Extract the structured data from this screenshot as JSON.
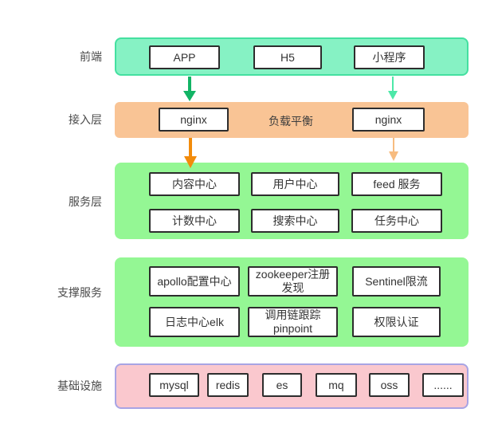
{
  "diagram": {
    "layers": {
      "frontend": {
        "label": "前端",
        "items": [
          "APP",
          "H5",
          "小程序"
        ]
      },
      "access": {
        "label": "接入层",
        "items": [
          "nginx",
          "nginx"
        ],
        "center_text": "负载平衡"
      },
      "service": {
        "label": "服务层",
        "items": [
          "内容中心",
          "用户中心",
          "feed 服务",
          "计数中心",
          "搜索中心",
          "任务中心"
        ]
      },
      "support": {
        "label": "支撑服务",
        "items": [
          "apollo配置中心",
          "zookeeper注册发现",
          "Sentinel限流",
          "日志中心elk",
          "调用链跟踪pinpoint",
          "权限认证"
        ]
      },
      "infra": {
        "label": "基础设施",
        "items": [
          "mysql",
          "redis",
          "es",
          "mq",
          "oss",
          "......"
        ]
      }
    },
    "colors": {
      "frontend_band": "#86f2c4",
      "frontend_band_border": "#44e0a0",
      "access_band": "#f9c495",
      "service_band": "#94f794",
      "support_band": "#94f794",
      "infra_band": "#fac8ce",
      "infra_band_border": "#a8a4e4",
      "arrow_green_dark": "#12b465",
      "arrow_green_light": "#4de8a8",
      "arrow_orange_dark": "#f28b0b",
      "arrow_orange_light": "#f7bc80",
      "box_border": "#2d2d2d",
      "box_fill": "#ffffff"
    }
  }
}
